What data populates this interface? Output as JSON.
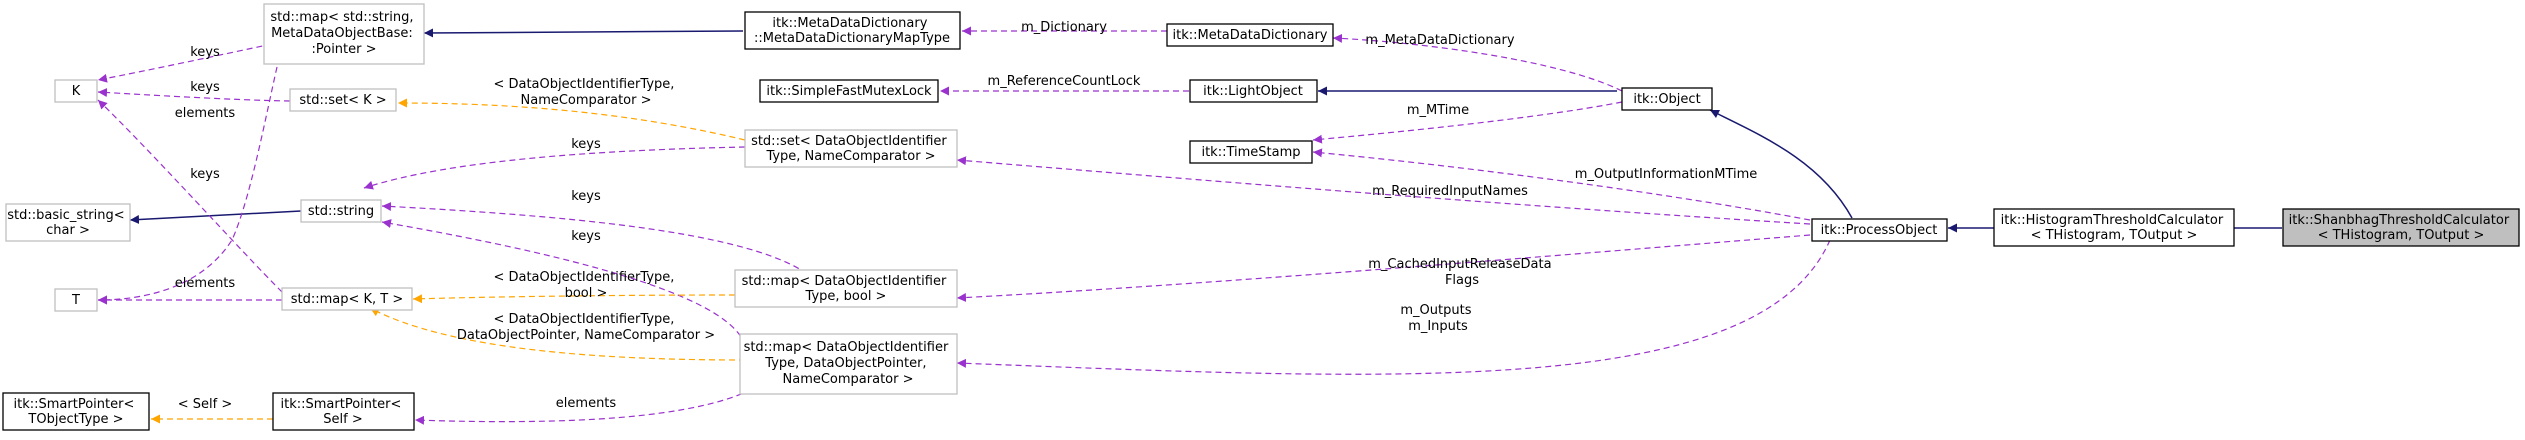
{
  "nodes": {
    "shanbhag": [
      "itk::ShanbhagThresholdCalculator",
      "< THistogram, TOutput >"
    ],
    "histcalc": [
      "itk::HistogramThresholdCalculator",
      "< THistogram, TOutput >"
    ],
    "processobject": [
      "itk::ProcessObject"
    ],
    "object": [
      "itk::Object"
    ],
    "lightobject": [
      "itk::LightObject"
    ],
    "timestamp": [
      "itk::TimeStamp"
    ],
    "mdd": [
      "itk::MetaDataDictionary"
    ],
    "mddmaptype": [
      "itk::MetaDataDictionary",
      "::MetaDataDictionaryMapType"
    ],
    "mutexlock": [
      "itk::SimpleFastMutexLock"
    ],
    "smartptr_self": [
      "itk::SmartPointer<",
      "Self >"
    ],
    "smartptr_t": [
      "itk::SmartPointer<",
      "TObjectType >"
    ],
    "std_map_meta": [
      "std::map< std::string,",
      "MetaDataObjectBase:",
      ":Pointer >"
    ],
    "std_set_k": [
      "std::set< K >"
    ],
    "std_set_doi": [
      "std::set< DataObjectIdentifier",
      "Type, NameComparator >"
    ],
    "std_string": [
      "std::string"
    ],
    "std_basic_string": [
      "std::basic_string<",
      "char >"
    ],
    "std_map_kt": [
      "std::map< K, T >"
    ],
    "std_map_doi_bool": [
      "std::map< DataObjectIdentifier",
      "Type, bool >"
    ],
    "std_map_doi_ptr": [
      "std::map< DataObjectIdentifier",
      "Type, DataObjectPointer,",
      "NameComparator >"
    ],
    "k": [
      "K"
    ],
    "t": [
      "T"
    ]
  },
  "edge_labels": {
    "m_dictionary": [
      "m_Dictionary"
    ],
    "m_metadatadictionary": [
      "m_MetaDataDictionary"
    ],
    "m_referencecountlock": [
      "m_ReferenceCountLock"
    ],
    "m_mtime": [
      "m_MTime"
    ],
    "m_outputinformationmtime": [
      "m_OutputInformationMTime"
    ],
    "m_requiredinputnames": [
      "m_RequiredInputNames"
    ],
    "m_cachedinputreleasedataflags": [
      "m_CachedInputReleaseData",
      "Flags"
    ],
    "m_outputs_inputs": [
      "m_Outputs",
      "m_Inputs"
    ],
    "keys_meta": [
      "keys"
    ],
    "keys_set": [
      "keys"
    ],
    "elements_meta": [
      "elements"
    ],
    "keys_kt": [
      "keys"
    ],
    "keys_string_set": [
      "keys"
    ],
    "keys_string_bool": [
      "keys"
    ],
    "keys_string_ptr": [
      "keys"
    ],
    "elements_kt": [
      "elements"
    ],
    "elements_self": [
      "elements"
    ],
    "tmpl_set": [
      "< DataObjectIdentifierType,",
      "NameComparator >"
    ],
    "tmpl_bool": [
      "< DataObjectIdentifierType,",
      "bool >"
    ],
    "tmpl_ptr": [
      "< DataObjectIdentifierType,",
      "DataObjectPointer, NameComparator >"
    ],
    "tmpl_self": [
      "< Self >"
    ]
  },
  "colors": {
    "inheritance_edge": "#191970",
    "member_edge": "#9a32cd",
    "template_edge": "#ffa500",
    "focus_node_fill": "#bfbfbf",
    "external_node_border": "#bfbfbf"
  }
}
